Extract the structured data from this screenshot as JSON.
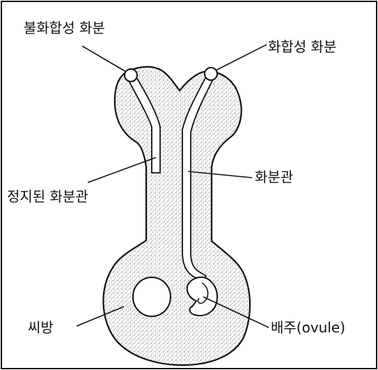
{
  "labels": {
    "incompatible_pollen": "불화합성 화분",
    "compatible_pollen": "화합성 화분",
    "stopped_pollen_tube": "정지된 화분관",
    "pollen_tube": "화분관",
    "ovary": "씨방",
    "ovule": "배주(ovule)"
  },
  "colors": {
    "outline": "#111111",
    "stipple": "#7a7a7a",
    "background": "#ffffff"
  }
}
